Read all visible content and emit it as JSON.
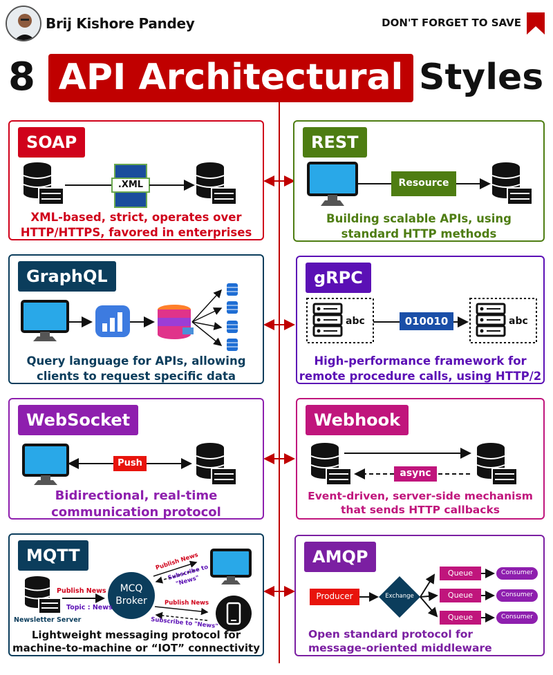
{
  "header": {
    "author": "Brij Kishore Pandey",
    "save_text": "DON'T FORGET TO SAVE"
  },
  "title": {
    "number": "8",
    "highlight": "API Architectural",
    "end": "Styles"
  },
  "cards": {
    "soap": {
      "tag": "SOAP",
      "xml_label": ".XML",
      "desc_line1": "XML-based, strict, operates over",
      "desc_line2": "HTTP/HTTPS, favored in enterprises"
    },
    "rest": {
      "tag": "REST",
      "resource_label": "Resource",
      "desc_line1": "Building scalable APIs, using",
      "desc_line2": "standard HTTP methods"
    },
    "graphql": {
      "tag": "GraphQL",
      "desc_line1": "Query language for APIs, allowing",
      "desc_line2": "clients to request specific data"
    },
    "grpc": {
      "tag": "gRPC",
      "binary_label": "010010",
      "left_label": "abc",
      "right_label": "abc",
      "desc_line1": "High-performance framework for",
      "desc_line2": "remote procedure calls, using HTTP/2"
    },
    "websocket": {
      "tag": "WebSocket",
      "push_label": "Push",
      "desc_line1": "Bidirectional, real-time",
      "desc_line2": "communication protocol"
    },
    "webhook": {
      "tag": "Webhook",
      "async_label": "async",
      "desc_line1": "Event-driven, server-side mechanism",
      "desc_line2": "that sends HTTP callbacks"
    },
    "mqtt": {
      "tag": "MQTT",
      "broker_line1": "MCQ",
      "broker_line2": "Broker",
      "publish_news_left": "Publish News",
      "topic_label": "Topic : News",
      "server_label": "Newsletter Server",
      "publish_news_top": "Publish News",
      "subscribe_top_line1": "Subscribe to",
      "subscribe_top_line2": "\"News\"",
      "publish_news_bottom": "Publish News",
      "subscribe_bottom": "Subscribe to \"News\"",
      "desc_line1": "Lightweight messaging protocol for",
      "desc_line2": "machine-to-machine or “IOT” connectivity"
    },
    "amqp": {
      "tag": "AMQP",
      "producer_label": "Producer",
      "exchange_label": "Exchange",
      "queues": [
        "Queue",
        "Queue",
        "Queue"
      ],
      "consumers": [
        "Consumer",
        "Consumer",
        "Consumer"
      ],
      "desc_line1": "Open standard protocol for",
      "desc_line2": "message-oriented middleware"
    }
  },
  "colors": {
    "soap": "#d0021b",
    "rest": "#4e7d12",
    "graphql": "#0b3d5c",
    "grpc": "#5b10b5",
    "websocket": "#8e1fae",
    "webhook": "#c0157c",
    "mqtt": "#0b3d5c",
    "amqp": "#7b1fa2",
    "accent_red": "#c00000"
  }
}
